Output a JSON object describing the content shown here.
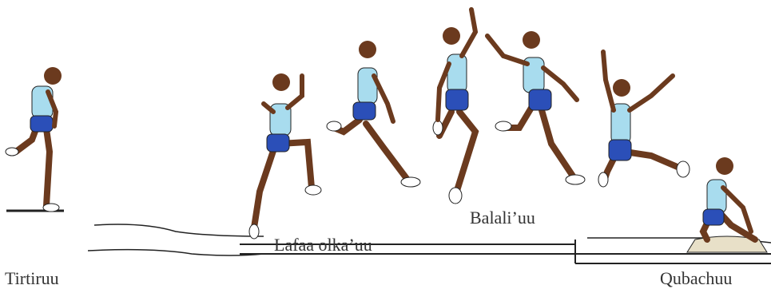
{
  "labels": {
    "run": "Tirtiruu",
    "takeoff": "Lafaa olka’uu",
    "flight": "Balali’uu",
    "landing": "Qubachuu"
  },
  "colors": {
    "skin": "#6b3a1e",
    "shirt": "#a8dcee",
    "shorts": "#2b4fb8",
    "line": "#222222",
    "text": "#333333",
    "sand": "#e8e0c8"
  }
}
